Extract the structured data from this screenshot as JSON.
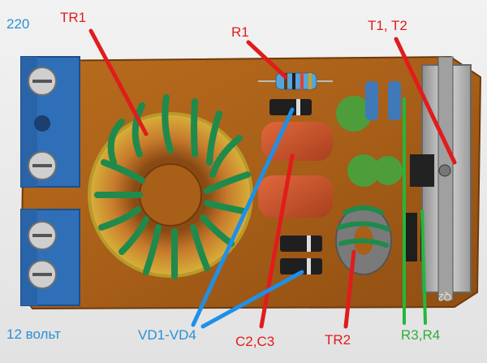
{
  "labels": {
    "voltage_in": "220",
    "voltage_out": "12 вольт",
    "tr1": "TR1",
    "r1": "R1",
    "t1_t2": "T1, T2",
    "vd1_vd4": "VD1-VD4",
    "c2_c3": "C2,C3",
    "tr2": "TR2",
    "r3_r4": "R3,R4"
  },
  "colors": {
    "blue_label": "#2a8fd6",
    "red_label": "#e01c1c",
    "green_label": "#2fae3a",
    "blue_line": "#1e90e8",
    "red_line": "#e01c1c",
    "green_line": "#22b83a"
  }
}
